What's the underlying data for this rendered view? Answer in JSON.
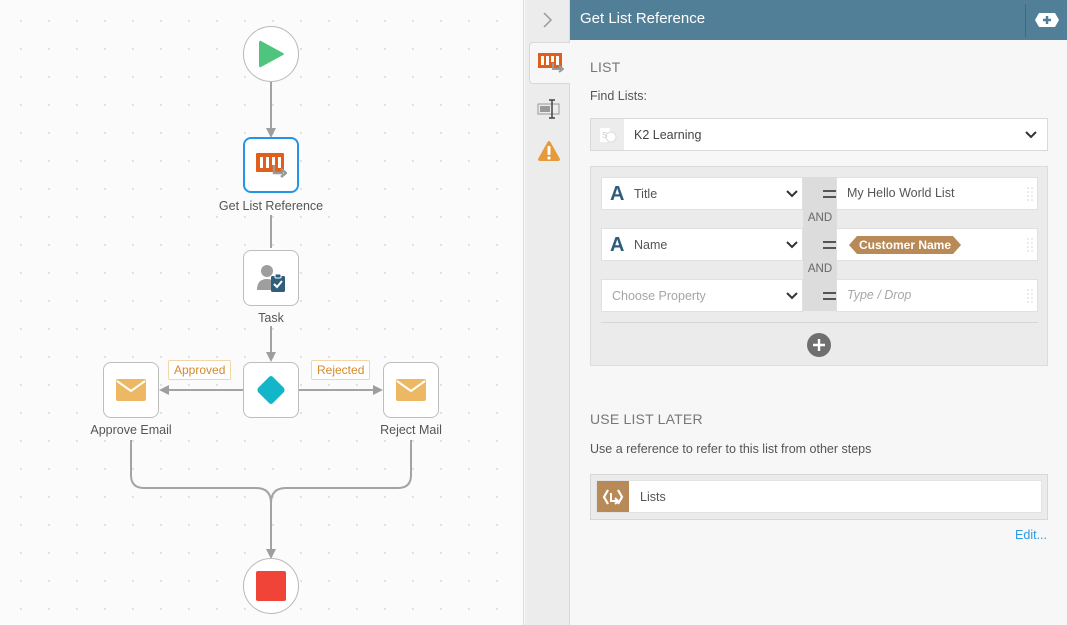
{
  "workflow": {
    "nodes": {
      "start": {
        "icon": "play-icon"
      },
      "get_list": {
        "label": "Get List Reference",
        "icon": "list-reference-icon"
      },
      "task": {
        "label": "Task",
        "icon": "user-task-icon"
      },
      "decision": {
        "icon": "decision-diamond-icon"
      },
      "approve": {
        "label": "Approve Email",
        "icon": "email-icon"
      },
      "reject": {
        "label": "Reject Mail",
        "icon": "email-icon"
      },
      "end": {
        "icon": "stop-icon"
      }
    },
    "branches": {
      "approved": "Approved",
      "rejected": "Rejected"
    }
  },
  "side_tabs": [
    {
      "name": "list-reference",
      "icon": "list-reference-icon",
      "active": true
    },
    {
      "name": "properties",
      "icon": "text-field-icon",
      "active": false
    },
    {
      "name": "warnings",
      "icon": "warning-icon",
      "active": false
    }
  ],
  "panel": {
    "title": "Get List Reference",
    "list_section": {
      "title": "LIST",
      "find_label": "Find Lists:",
      "selected_list": "K2 Learning"
    },
    "filters": [
      {
        "property": "Title",
        "operator": "=",
        "value": "My Hello World List",
        "value_type": "text"
      },
      {
        "property": "Name",
        "operator": "=",
        "value": "Customer Name",
        "value_type": "token"
      },
      {
        "property": "",
        "property_placeholder": "Choose Property",
        "operator": "=",
        "value": "",
        "value_placeholder": "Type / Drop"
      }
    ],
    "conjunction": "AND",
    "use_later": {
      "title": "USE LIST LATER",
      "description": "Use a reference to refer to this list from other steps",
      "reference_name": "Lists",
      "edit_label": "Edit..."
    }
  },
  "colors": {
    "header_bg": "#527f98",
    "selected_border": "#2196e8",
    "start_green": "#4fc47d",
    "stop_red": "#f04438",
    "decision_teal": "#13b5c9",
    "email_yellow": "#ecb863",
    "token_brown": "#b78a58",
    "branch_orange": "#d4892a",
    "link_blue": "#2f9be4",
    "list_orange": "#e0601b"
  }
}
